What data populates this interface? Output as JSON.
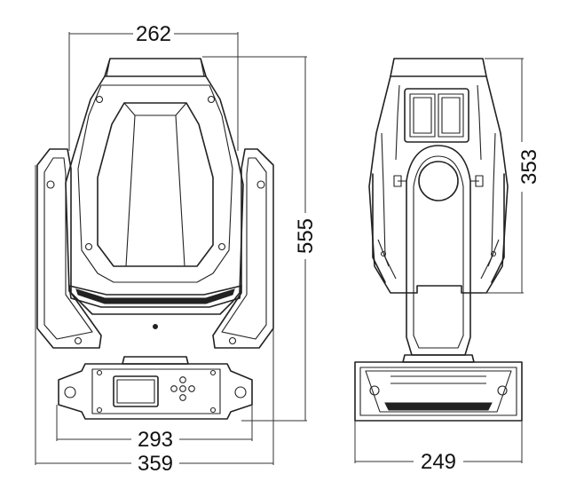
{
  "dimensions": {
    "top_width": "262",
    "total_height": "555",
    "side_height": "353",
    "base_width": "293",
    "overall_width": "359",
    "side_base_width": "249"
  }
}
